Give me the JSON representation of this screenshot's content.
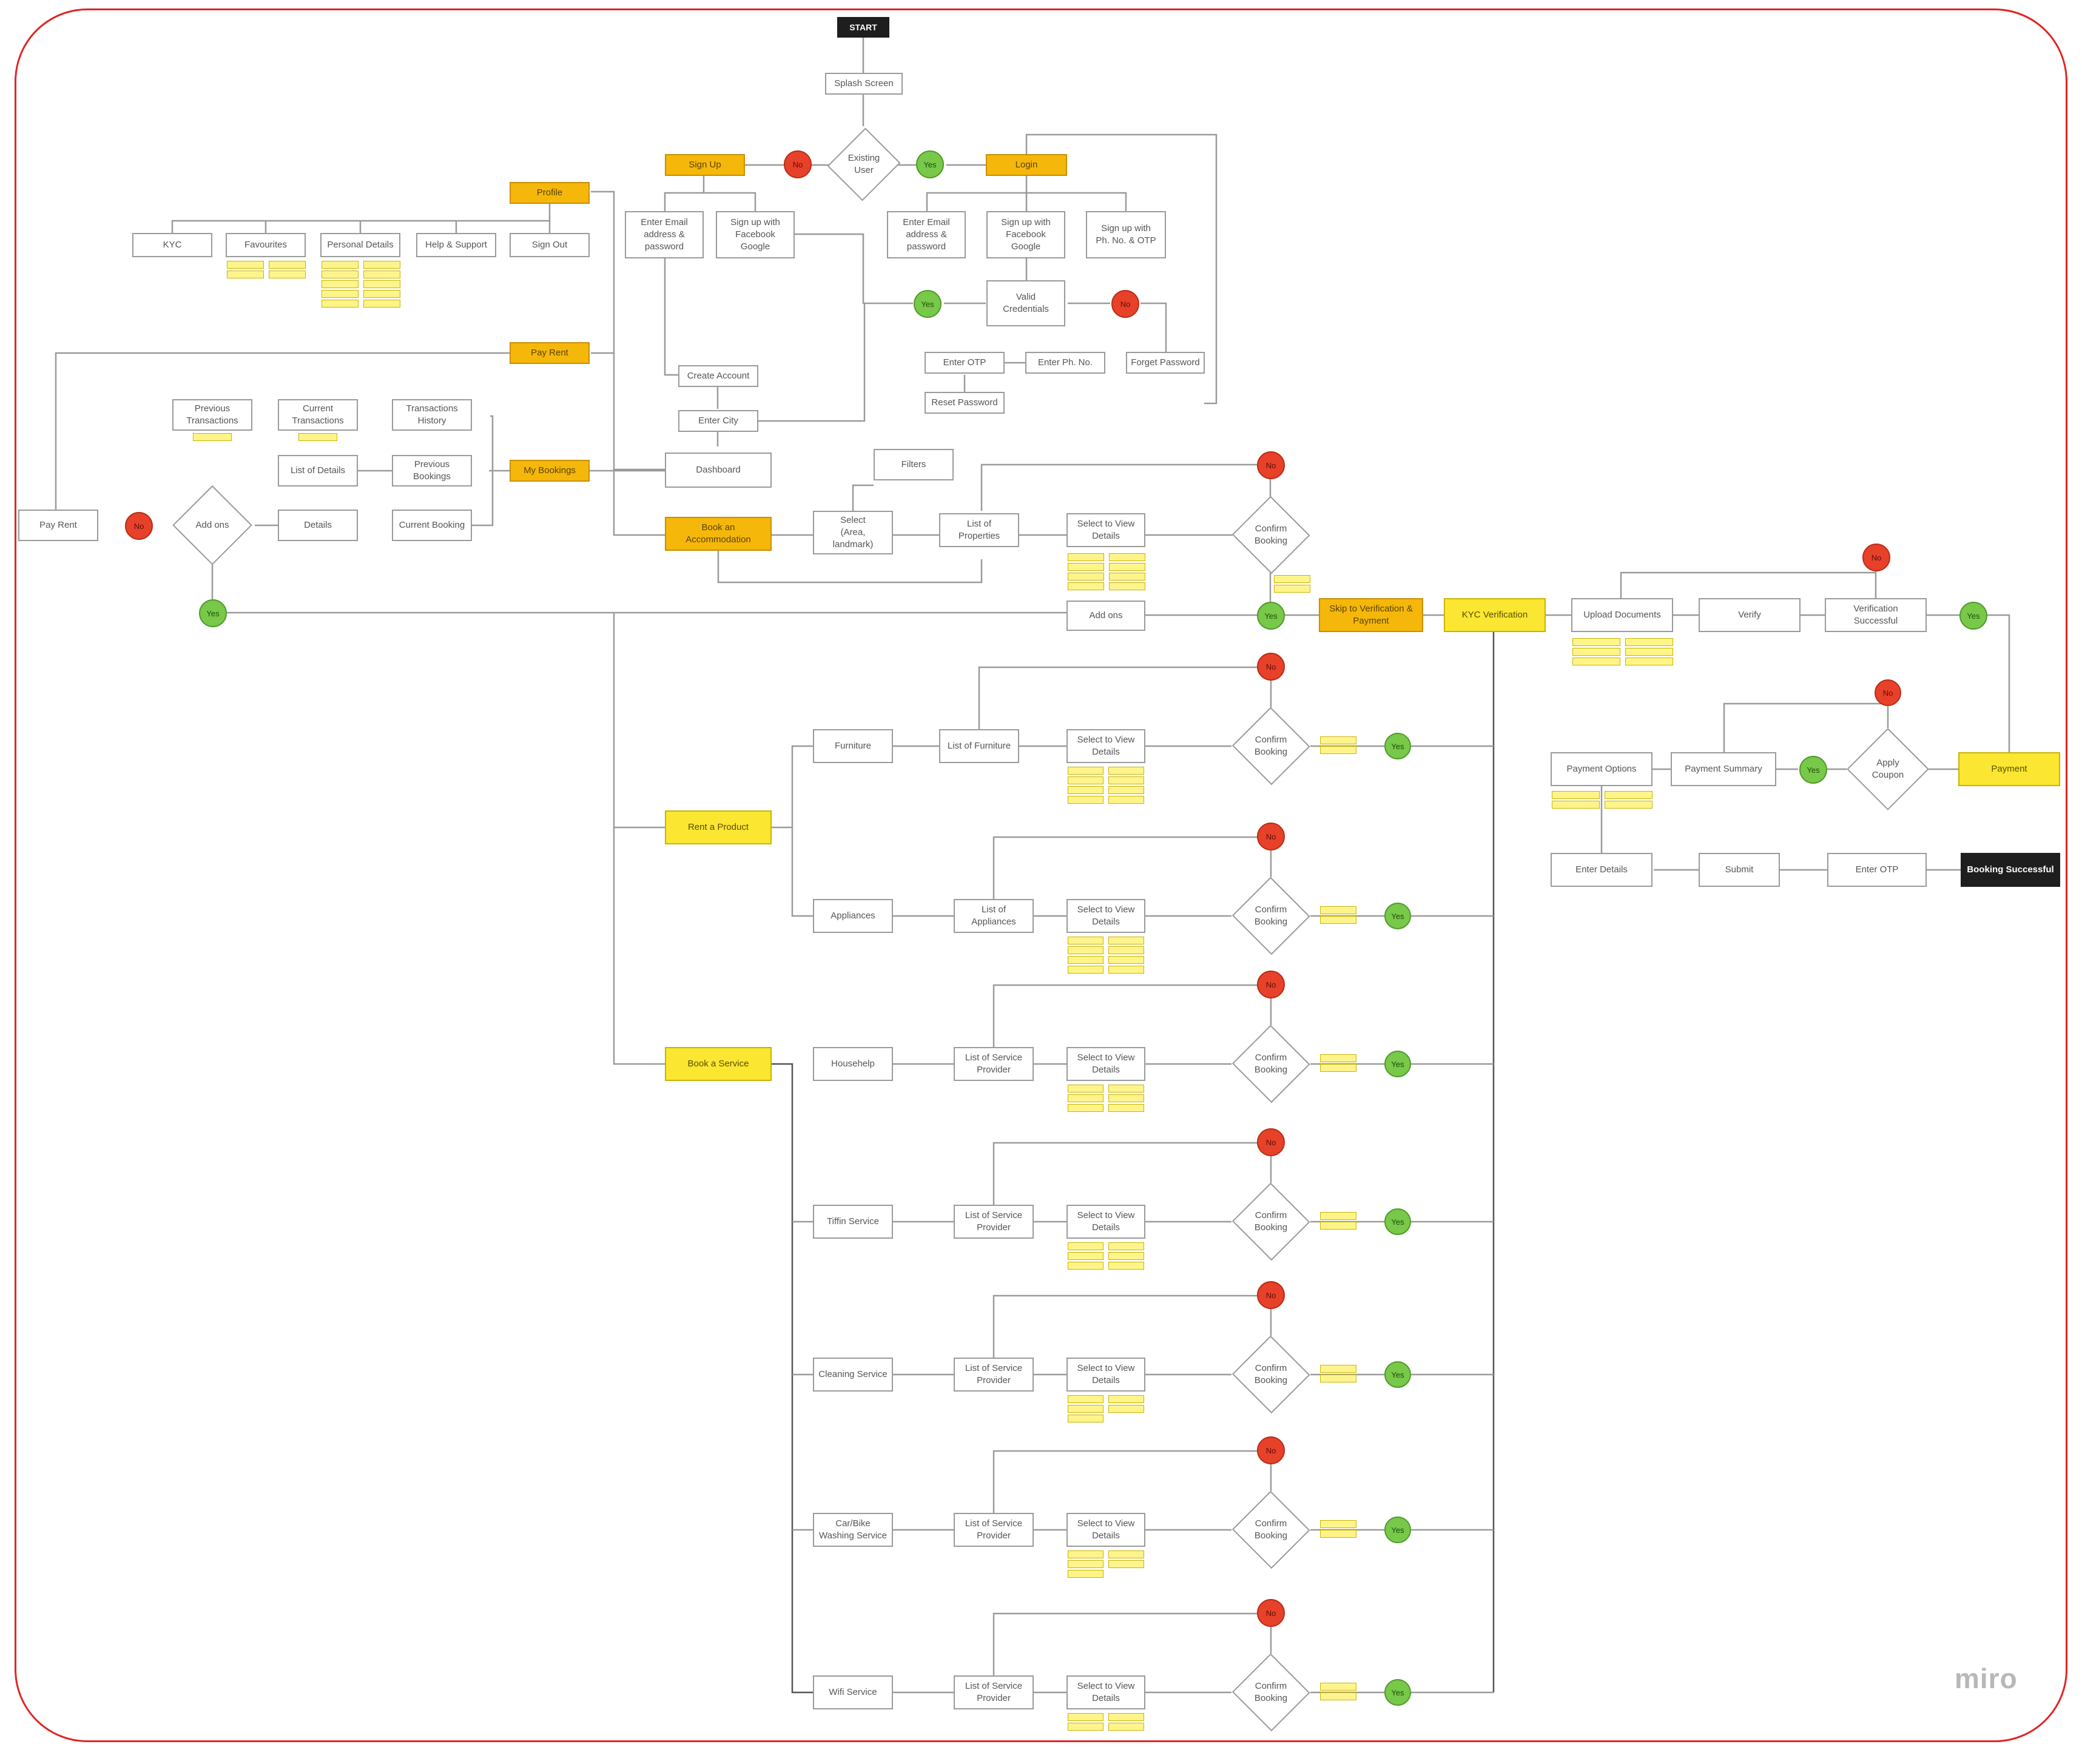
{
  "brand": {
    "logo_text": "miro",
    "frame_color": "#e02424"
  },
  "colors": {
    "orange": "#f5b70a",
    "yellow": "#fbe631",
    "no": "#e8412a",
    "yes": "#78c84a",
    "line": "#9a9a9a",
    "dark": "#1e1e1e"
  },
  "nodes": {
    "start": "START",
    "splash": "Splash Screen",
    "existing_user": "Existing\nUser",
    "sign_up": "Sign Up",
    "login": "Login",
    "profile": "Profile",
    "kyc": "KYC",
    "favourites": "Favourites",
    "personal_details": "Personal Details",
    "help_support": "Help & Support",
    "sign_out": "Sign Out",
    "su_email": "Enter Email\naddress &\npassword",
    "su_fb": "Sign up with\nFacebook\nGoogle",
    "li_email": "Enter Email\naddress &\npassword",
    "li_fb": "Sign up with\nFacebook\nGoogle",
    "li_phone": "Sign up with\nPh. No. & OTP",
    "valid_credentials": "Valid\nCredentials",
    "enter_otp_login": "Enter OTP",
    "enter_ph_no": "Enter Ph. No.",
    "forget_password": "Forget Password",
    "reset_password": "Reset Password",
    "create_account": "Create Account",
    "enter_city": "Enter City",
    "dashboard": "Dashboard",
    "pay_rent_top": "Pay Rent",
    "previous_transactions": "Previous\nTransactions",
    "current_transactions": "Current\nTransactions",
    "transactions_history": "Transactions\nHistory",
    "list_of_details": "List of Details",
    "previous_bookings": "Previous\nBookings",
    "my_bookings": "My Bookings",
    "pay_rent_left": "Pay Rent",
    "add_ons_diamond": "Add ons",
    "details": "Details",
    "current_booking": "Current Booking",
    "book_accommodation": "Book an\nAccommodation",
    "select_area": "Select\n(Area,\nlandmark)",
    "filters": "Filters",
    "list_of_properties": "List of\nProperties",
    "select_view_acc": "Select to View\nDetails",
    "confirm_acc": "Confirm\nBooking",
    "add_ons_box": "Add ons",
    "skip_verification": "Skip to Verification &\nPayment",
    "kyc_verification": "KYC Verification",
    "upload_documents": "Upload Documents",
    "verify": "Verify",
    "verification_successful": "Verification\nSuccessful",
    "payment": "Payment",
    "apply_coupon": "Apply\nCoupon",
    "payment_summary": "Payment Summary",
    "payment_options": "Payment Options",
    "enter_details": "Enter Details",
    "submit": "Submit",
    "enter_otp_pay": "Enter OTP",
    "booking_successful": "Booking Successful",
    "rent_product": "Rent a Product",
    "book_service": "Book a Service",
    "no": "No",
    "yes": "Yes"
  },
  "branches": [
    {
      "item": "Furniture",
      "list": "List of Furniture",
      "select": "Select to View\nDetails",
      "confirm": "Confirm\nBooking"
    },
    {
      "item": "Appliances",
      "list": "List of\nAppliances",
      "select": "Select to View\nDetails",
      "confirm": "Confirm\nBooking"
    },
    {
      "item": "Househelp",
      "list": "List of Service\nProvider",
      "select": "Select to View\nDetails",
      "confirm": "Confirm\nBooking"
    },
    {
      "item": "Tiffin Service",
      "list": "List of Service\nProvider",
      "select": "Select to View\nDetails",
      "confirm": "Confirm\nBooking"
    },
    {
      "item": "Cleaning Service",
      "list": "List of Service\nProvider",
      "select": "Select to View\nDetails",
      "confirm": "Confirm\nBooking"
    },
    {
      "item": "Car/Bike\nWashing Service",
      "list": "List of Service\nProvider",
      "select": "Select to View\nDetails",
      "confirm": "Confirm\nBooking"
    },
    {
      "item": "Wifi Service",
      "list": "List of Service\nProvider",
      "select": "Select to View\nDetails",
      "confirm": "Confirm\nBooking"
    }
  ]
}
